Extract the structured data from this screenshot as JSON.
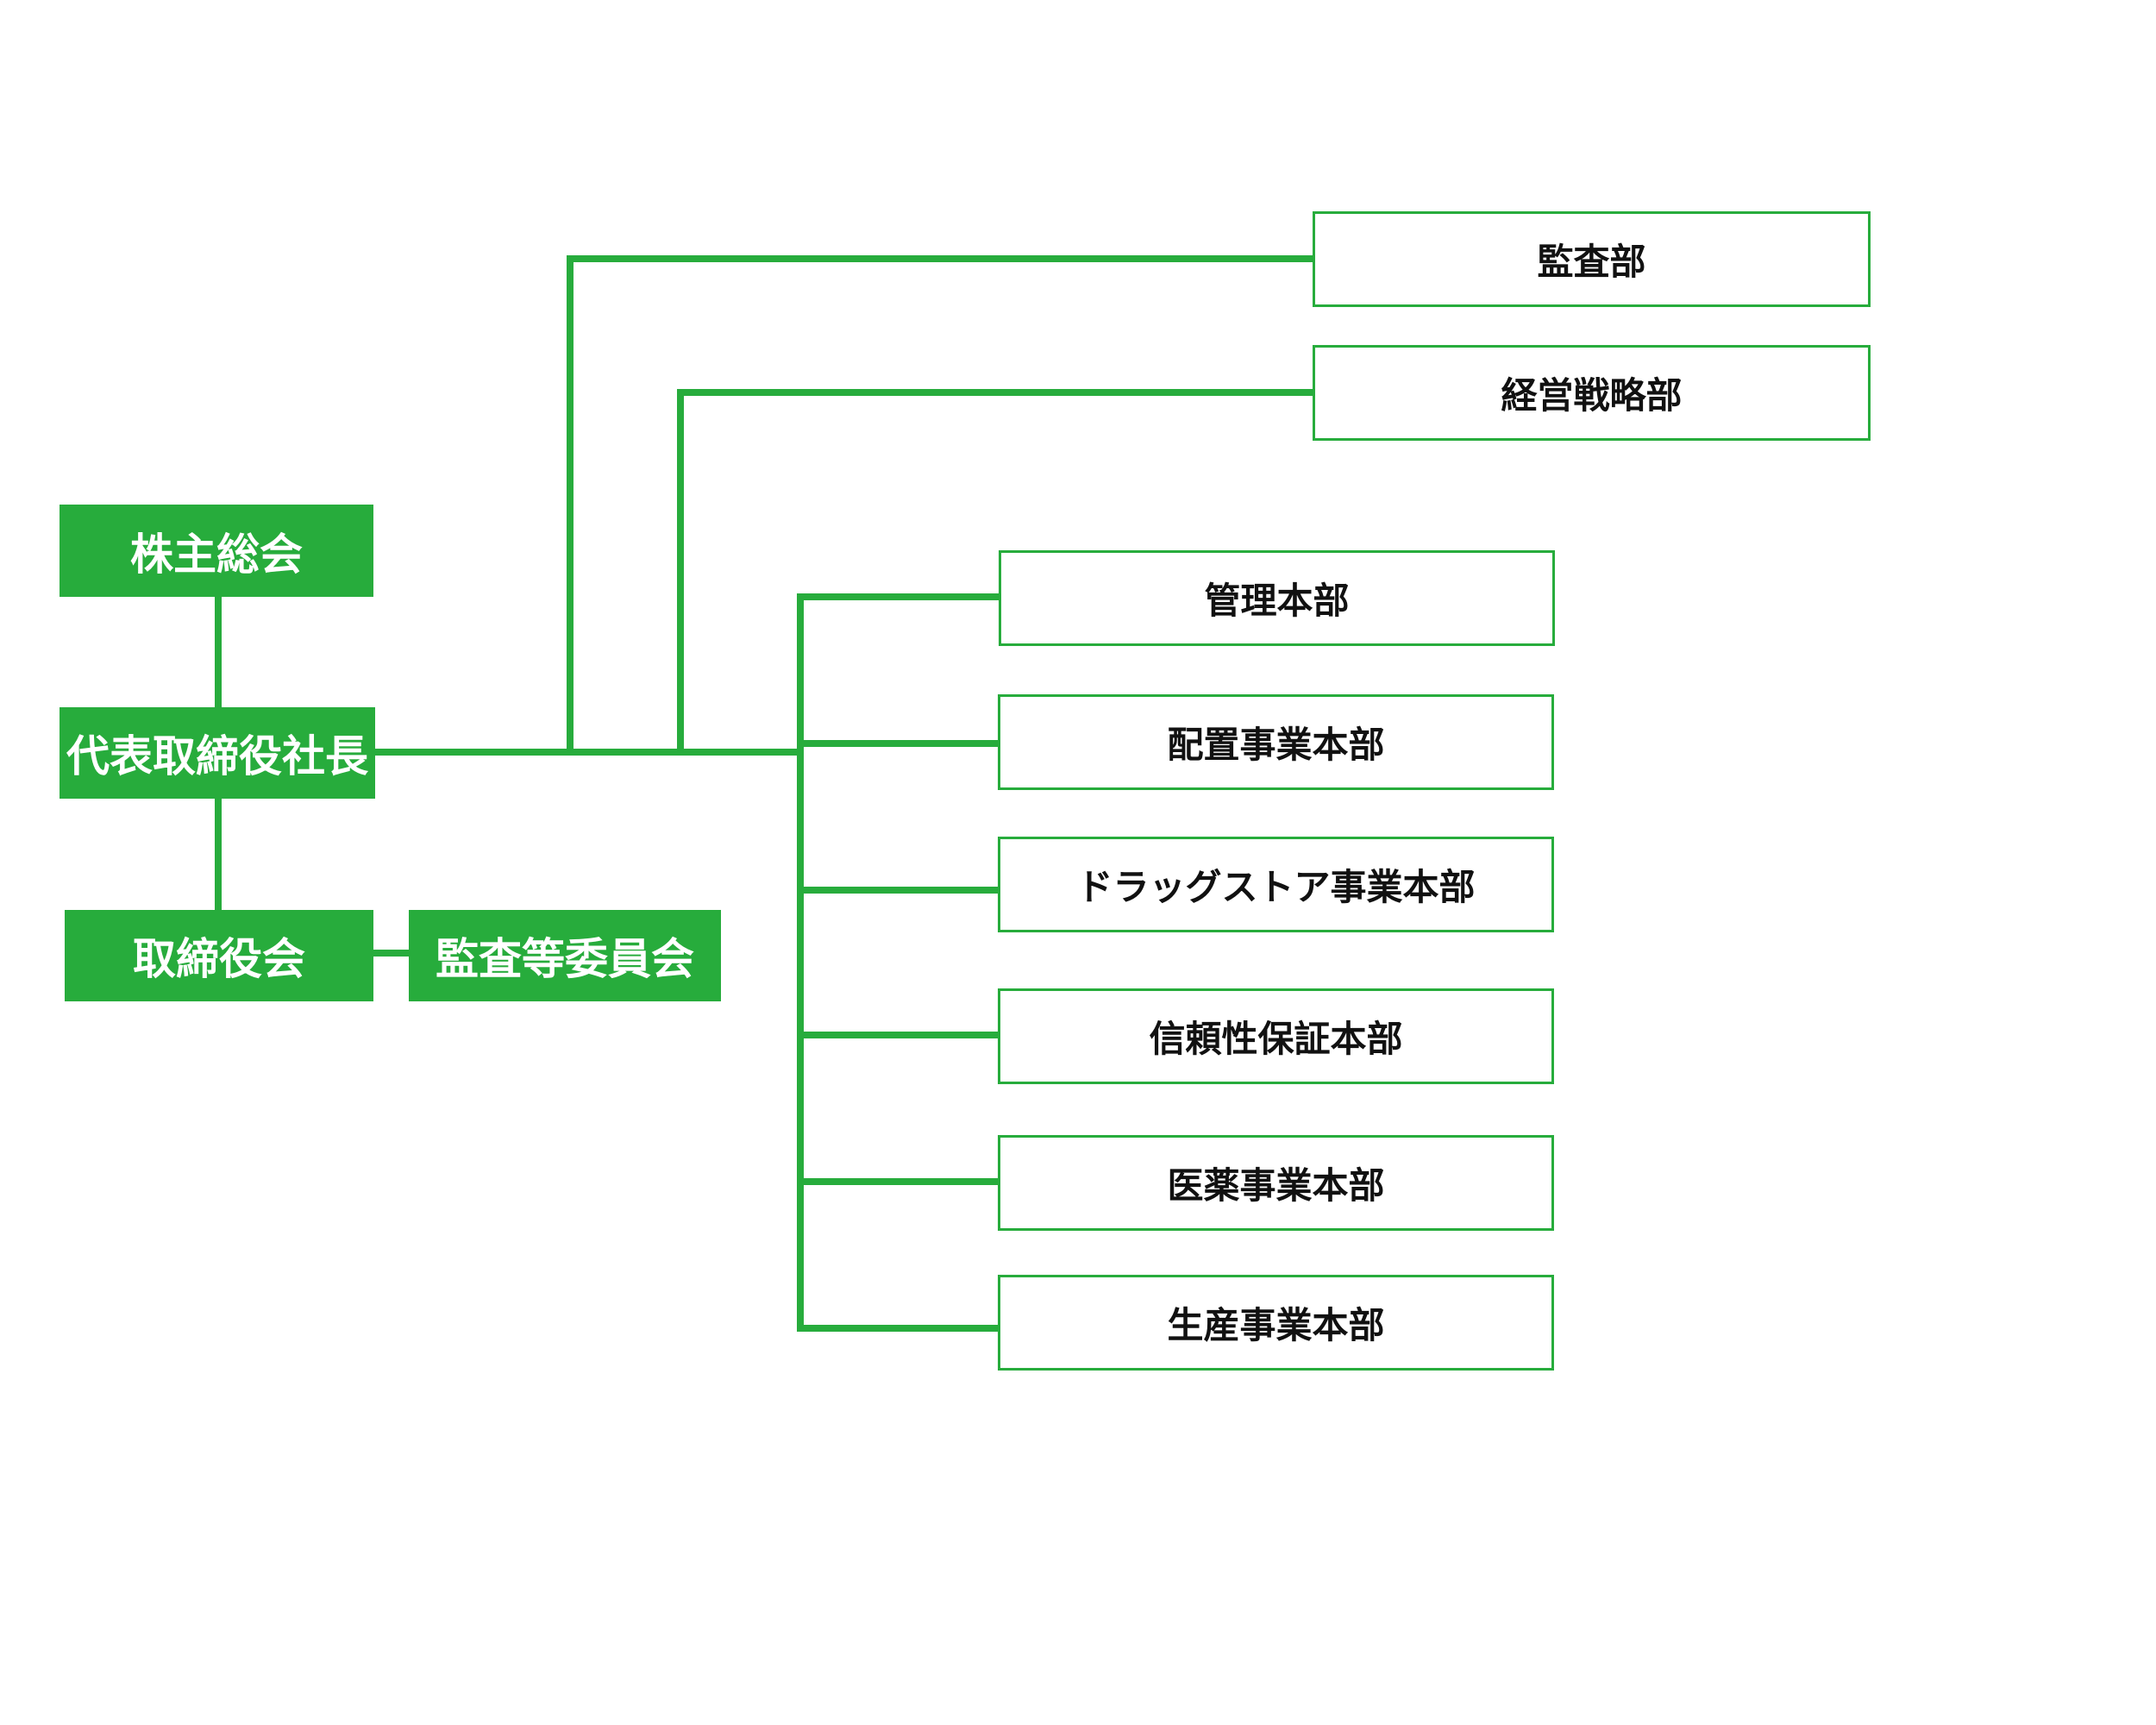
{
  "colors": {
    "accent": "#27ac3c",
    "text": "#111111",
    "background": "#ffffff"
  },
  "governance": {
    "shareholders": "株主総会",
    "president": "代表取締役社長",
    "board": "取締役会",
    "audit_committee": "監査等委員会"
  },
  "staff_units": [
    "監査部",
    "経営戦略部"
  ],
  "divisions": [
    "管理本部",
    "配置事業本部",
    "ドラッグストア事業本部",
    "信頼性保証本部",
    "医薬事業本部",
    "生産事業本部"
  ]
}
